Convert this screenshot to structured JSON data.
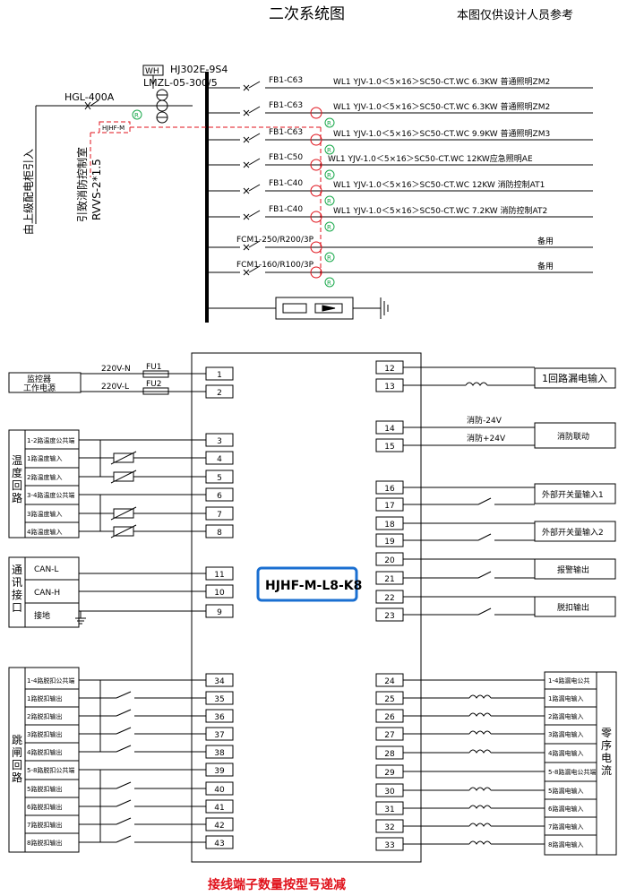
{
  "header": {
    "title": "二次系统图",
    "note": "本图仅供设计人员参考"
  },
  "upper": {
    "incoming_label": "由上级配电柜引入",
    "main_switch": "HGL-400A",
    "wh_label": "WH",
    "meter_model": "HJ302E-9S4",
    "ct_model": "LMZL-05-300/5",
    "monitor_box": "HJHF-M",
    "fire_note": "引致消防控制室",
    "cable_note": "RVVS-2*1.5",
    "circuits": [
      {
        "breaker": "FB1-C63",
        "desc": "WL1  YJV-1.0＜5×16＞SC50-CT.WC  6.3KW  普通照明ZM2"
      },
      {
        "breaker": "FB1-C63",
        "desc": "WL1  YJV-1.0＜5×16＞SC50-CT.WC  6.3KW  普通照明ZM2"
      },
      {
        "breaker": "FB1-C63",
        "desc": "WL1  YJV-1.0＜5×16＞SC50-CT.WC  9.9KW  普通照明ZM3"
      },
      {
        "breaker": "FB1-C50",
        "desc": "WL1  YJV-1.0＜5×16＞SC50-CT.WC  12KW应急照明AE"
      },
      {
        "breaker": "FB1-C40",
        "desc": "WL1  YJV-1.0＜5×16＞SC50-CT.WC  12KW  消防控制AT1"
      },
      {
        "breaker": "FB1-C40",
        "desc": "WL1  YJV-1.0＜5×16＞SC50-CT.WC  7.2KW  消防控制AT2"
      },
      {
        "breaker": "FCM1-250/R200/3P",
        "desc": "备用"
      },
      {
        "breaker": "FCM1-160/R100/3P",
        "desc": "备用"
      }
    ],
    "sensor_mark": "R"
  },
  "module": {
    "name": "HJHF-M-L8-K8",
    "left_terminals": [
      "1",
      "2",
      "3",
      "4",
      "5",
      "6",
      "7",
      "8",
      "11",
      "10",
      "9",
      "34",
      "35",
      "36",
      "37",
      "38",
      "39",
      "40",
      "41",
      "42",
      "43"
    ],
    "right_terminals": [
      "12",
      "13",
      "14",
      "15",
      "16",
      "17",
      "18",
      "19",
      "20",
      "21",
      "22",
      "23",
      "24",
      "25",
      "26",
      "27",
      "28",
      "29",
      "30",
      "31",
      "32",
      "33"
    ],
    "power": {
      "box": [
        "监控器",
        "工作电源"
      ],
      "line1": "220V-N",
      "fuse1": "FU1",
      "line2": "220V-L",
      "fuse2": "FU2"
    },
    "temp": {
      "group": "温度回路",
      "items": [
        "1-2路温度公共端",
        "1路温度输入",
        "2路温度输入",
        "3-4路温度公共端",
        "3路温度输入",
        "4路温度输入"
      ]
    },
    "comm": {
      "group": "通讯接口",
      "items": [
        "CAN-L",
        "CAN-H",
        "接地"
      ]
    },
    "trip": {
      "group": "跳闸回路",
      "items": [
        "1-4路脱扣公共端",
        "1路脱扣输出",
        "2路脱扣输出",
        "3路脱扣输出",
        "4路脱扣输出",
        "5-8路脱扣公共端",
        "5路脱扣输出",
        "6路脱扣输出",
        "7路脱扣输出",
        "8路脱扣输出"
      ]
    },
    "right_blocks": {
      "leak1": "1回路漏电输入",
      "fire_neg": "消防-24V",
      "fire_pos": "消防+24V",
      "fire_link": "消防联动",
      "ext1": "外部开关量输入1",
      "ext2": "外部开关量输入2",
      "alarm": "报警输出",
      "trip_out": "脱扣输出"
    },
    "leakage": {
      "group": "零序电流",
      "items": [
        "1-4路漏电公共",
        "1路漏电输入",
        "2路漏电输入",
        "3路漏电输入",
        "4路漏电输入",
        "5-8路漏电公共端",
        "5路漏电输入",
        "6路漏电输入",
        "7路漏电输入",
        "8路漏电输入"
      ]
    }
  },
  "footer": "接线端子数量按型号递减"
}
